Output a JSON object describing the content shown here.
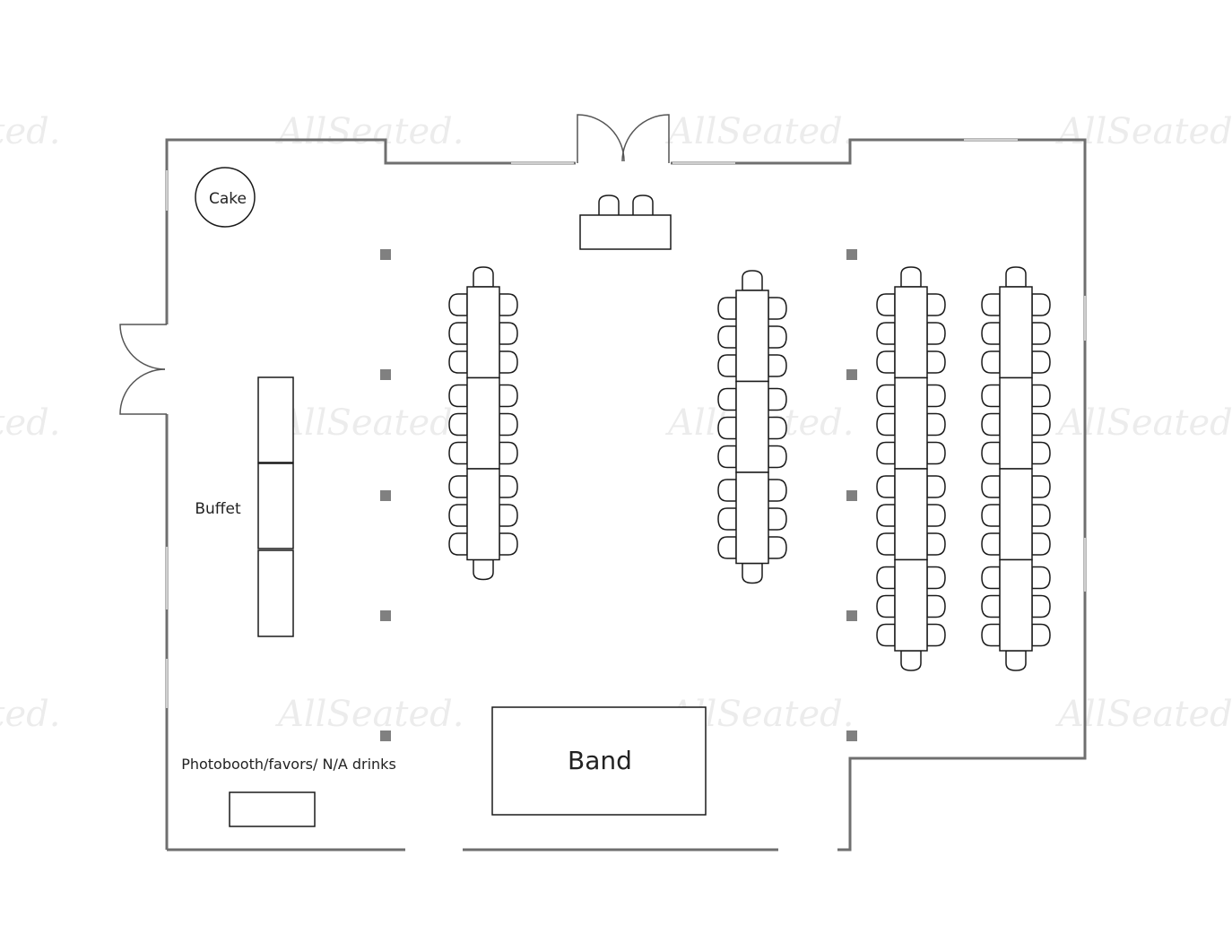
{
  "labels": {
    "cake": "Cake",
    "buffet": "Buffet",
    "band": "Band",
    "photobooth": "Photobooth/favors/ N/A drinks"
  },
  "watermark": {
    "text": "AllSeated.",
    "color": "#e6e6e6"
  },
  "colors": {
    "wall": "#6f6f6f",
    "outline": "#1a1a1a",
    "pillar": "#808080"
  }
}
